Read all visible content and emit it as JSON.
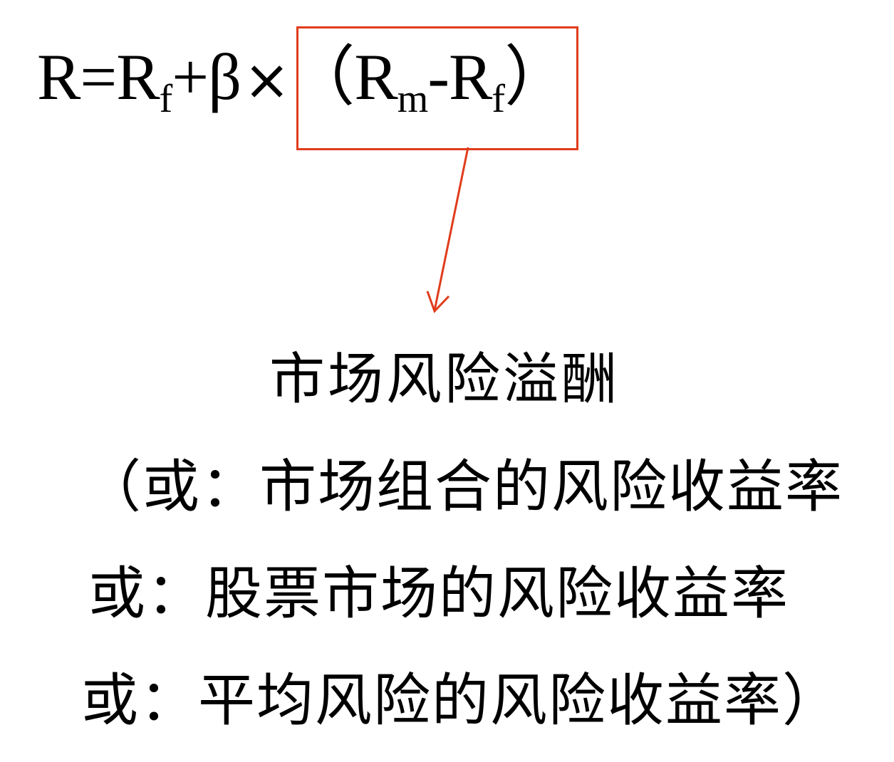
{
  "formula": {
    "lhs": "R",
    "equals": "=",
    "rf_base": "R",
    "rf_sub": "f",
    "plus": "+",
    "beta": "β",
    "times": "×",
    "open_paren": "（",
    "rm_base": "R",
    "rm_sub": "m",
    "minus": "-",
    "rf2_base": "R",
    "rf2_sub": "f",
    "close_paren": "）"
  },
  "annotation": {
    "box_color": "#E03C1C",
    "arrow_color": "#E03C1C",
    "title": "市场风险溢酬",
    "alternatives": [
      "（或：市场组合的风险收益率",
      "或：股票市场的风险收益率",
      "或：平均风险的风险收益率）"
    ]
  }
}
